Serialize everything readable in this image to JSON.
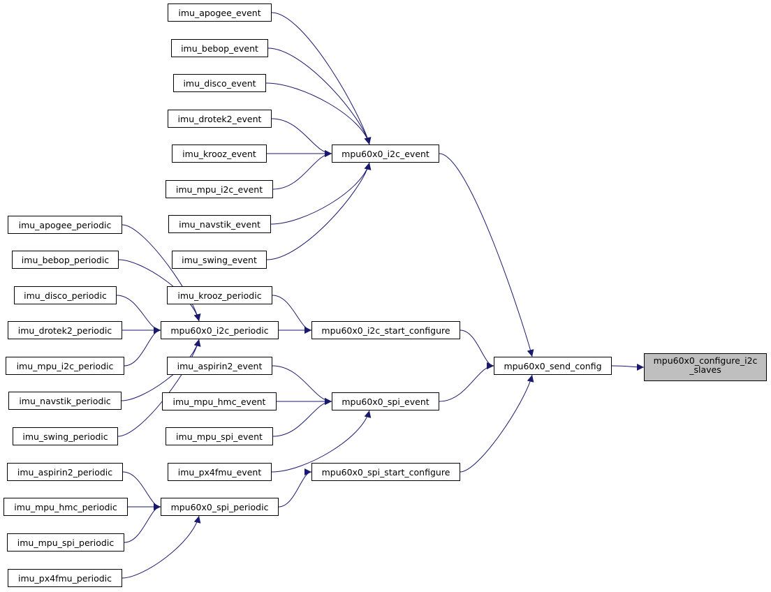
{
  "colors": {
    "edge": "#191970",
    "node_border": "#000000",
    "node_fill": "#ffffff",
    "target_fill": "#bfbfbf"
  },
  "target": {
    "line1": "mpu60x0_configure_i2c",
    "line2": "_slaves"
  },
  "nodes": {
    "imu_apogee_event": "imu_apogee_event",
    "imu_bebop_event": "imu_bebop_event",
    "imu_disco_event": "imu_disco_event",
    "imu_drotek2_event": "imu_drotek2_event",
    "imu_krooz_event": "imu_krooz_event",
    "imu_mpu_i2c_event": "imu_mpu_i2c_event",
    "imu_navstik_event": "imu_navstik_event",
    "imu_swing_event": "imu_swing_event",
    "mpu60x0_i2c_event": "mpu60x0_i2c_event",
    "imu_apogee_periodic": "imu_apogee_periodic",
    "imu_bebop_periodic": "imu_bebop_periodic",
    "imu_disco_periodic": "imu_disco_periodic",
    "imu_drotek2_periodic": "imu_drotek2_periodic",
    "imu_mpu_i2c_periodic": "imu_mpu_i2c_periodic",
    "imu_navstik_periodic": "imu_navstik_periodic",
    "imu_swing_periodic": "imu_swing_periodic",
    "imu_krooz_periodic": "imu_krooz_periodic",
    "mpu60x0_i2c_periodic": "mpu60x0_i2c_periodic",
    "mpu60x0_i2c_start_configure": "mpu60x0_i2c_start_configure",
    "mpu60x0_send_config": "mpu60x0_send_config",
    "imu_aspirin2_event": "imu_aspirin2_event",
    "imu_mpu_hmc_event": "imu_mpu_hmc_event",
    "imu_mpu_spi_event": "imu_mpu_spi_event",
    "imu_px4fmu_event": "imu_px4fmu_event",
    "mpu60x0_spi_event": "mpu60x0_spi_event",
    "mpu60x0_spi_start_configure": "mpu60x0_spi_start_configure",
    "imu_aspirin2_periodic": "imu_aspirin2_periodic",
    "imu_mpu_hmc_periodic": "imu_mpu_hmc_periodic",
    "imu_mpu_spi_periodic": "imu_mpu_spi_periodic",
    "imu_px4fmu_periodic": "imu_px4fmu_periodic",
    "mpu60x0_spi_periodic": "mpu60x0_spi_periodic"
  },
  "edges": [
    [
      "imu_apogee_event",
      "mpu60x0_i2c_event"
    ],
    [
      "imu_bebop_event",
      "mpu60x0_i2c_event"
    ],
    [
      "imu_disco_event",
      "mpu60x0_i2c_event"
    ],
    [
      "imu_drotek2_event",
      "mpu60x0_i2c_event"
    ],
    [
      "imu_krooz_event",
      "mpu60x0_i2c_event"
    ],
    [
      "imu_mpu_i2c_event",
      "mpu60x0_i2c_event"
    ],
    [
      "imu_navstik_event",
      "mpu60x0_i2c_event"
    ],
    [
      "imu_swing_event",
      "mpu60x0_i2c_event"
    ],
    [
      "mpu60x0_i2c_event",
      "mpu60x0_send_config"
    ],
    [
      "imu_apogee_periodic",
      "mpu60x0_i2c_periodic"
    ],
    [
      "imu_bebop_periodic",
      "mpu60x0_i2c_periodic"
    ],
    [
      "imu_disco_periodic",
      "mpu60x0_i2c_periodic"
    ],
    [
      "imu_drotek2_periodic",
      "mpu60x0_i2c_periodic"
    ],
    [
      "imu_mpu_i2c_periodic",
      "mpu60x0_i2c_periodic"
    ],
    [
      "imu_navstik_periodic",
      "mpu60x0_i2c_periodic"
    ],
    [
      "imu_swing_periodic",
      "mpu60x0_i2c_periodic"
    ],
    [
      "imu_krooz_periodic",
      "mpu60x0_i2c_start_configure"
    ],
    [
      "mpu60x0_i2c_periodic",
      "mpu60x0_i2c_start_configure"
    ],
    [
      "mpu60x0_i2c_start_configure",
      "mpu60x0_send_config"
    ],
    [
      "imu_aspirin2_event",
      "mpu60x0_spi_event"
    ],
    [
      "imu_mpu_hmc_event",
      "mpu60x0_spi_event"
    ],
    [
      "imu_mpu_spi_event",
      "mpu60x0_spi_event"
    ],
    [
      "imu_px4fmu_event",
      "mpu60x0_spi_event"
    ],
    [
      "mpu60x0_spi_event",
      "mpu60x0_send_config"
    ],
    [
      "imu_aspirin2_periodic",
      "mpu60x0_spi_periodic"
    ],
    [
      "imu_mpu_hmc_periodic",
      "mpu60x0_spi_periodic"
    ],
    [
      "imu_mpu_spi_periodic",
      "mpu60x0_spi_periodic"
    ],
    [
      "imu_px4fmu_periodic",
      "mpu60x0_spi_periodic"
    ],
    [
      "mpu60x0_spi_periodic",
      "mpu60x0_spi_start_configure"
    ],
    [
      "mpu60x0_spi_start_configure",
      "mpu60x0_send_config"
    ],
    [
      "mpu60x0_send_config",
      "target"
    ]
  ]
}
